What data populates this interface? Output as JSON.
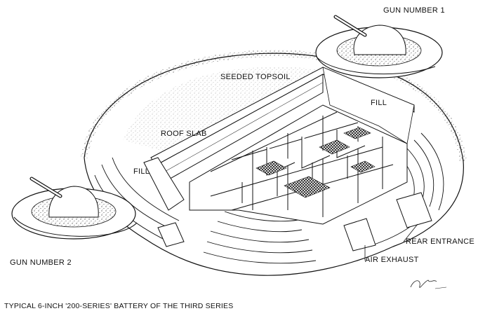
{
  "labels": {
    "gun_number_1": "GUN NUMBER 1",
    "seeded_topsoil": "SEEDED TOPSOIL",
    "fill_upper": "FILL",
    "roof_slab": "ROOF SLAB",
    "fill_left": "FILL",
    "gun_number_2": "GUN NUMBER 2",
    "rear_entrance": "REAR ENTRANCE",
    "air_exhaust": "AIR EXHAUST"
  },
  "caption": "TYPICAL 6-INCH '200-SERIES' BATTERY OF THE THIRD SERIES",
  "colors": {
    "ink": "#111111",
    "paper": "#ffffff"
  }
}
